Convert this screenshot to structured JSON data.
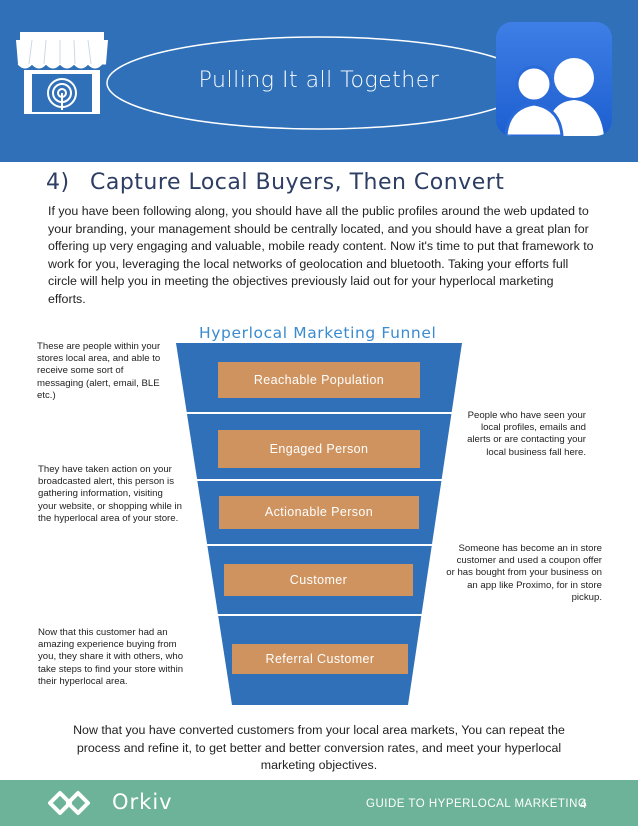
{
  "header": {
    "title": "Pulling It all Together"
  },
  "section": {
    "number": "4)",
    "title": "Capture Local Buyers, Then Convert",
    "intro": "If you have been following along, you should have all the public profiles around the web updated to your branding, your management should be centrally located, and you should have a great plan for offering up very engaging and valuable, mobile ready content. Now it's time to put that framework to work for you, leveraging the local networks of geolocation and bluetooth. Taking your efforts full circle will help you in meeting the objectives previously laid out for your hyperlocal marketing efforts."
  },
  "funnel": {
    "title": "Hyperlocal Marketing Funnel",
    "stages": [
      "Reachable Population",
      "Engaged Person",
      "Actionable Person",
      "Customer",
      "Referral Customer"
    ],
    "notes": [
      "These are people within your stores local area, and able to receive some sort of messaging (alert, email, BLE etc.)",
      "People who have seen your local profiles, emails and alerts or are contacting your local business fall here.",
      "They have taken action on your broadcasted alert, this person is gathering information, visiting your website, or shopping while in the hyperlocal area of your store.",
      "Someone has become an in store customer and used a coupon offer or has bought  from your business on an app like Proximo, for in store pickup.",
      "Now that this customer had an amazing experience buying from you, they share it with others, who take steps to find your store within their hyperlocal area."
    ],
    "colors": {
      "funnel": "#2f70b8",
      "stage": "#cf935f"
    }
  },
  "outro": "Now that you have converted customers from your local area markets, You can repeat the process and refine it, to get better and better conversion rates, and meet your hyperlocal marketing objectives.",
  "footer": {
    "brand": "Orkiv",
    "guide": "GUIDE TO HYPERLOCAL MARKETING",
    "page": "4"
  },
  "icons": [
    "store-icon",
    "people-icon",
    "orkiv-logo-icon"
  ],
  "colors": {
    "header": "#2f70b8",
    "footer": "#6db39a",
    "title": "#2d3d63"
  }
}
